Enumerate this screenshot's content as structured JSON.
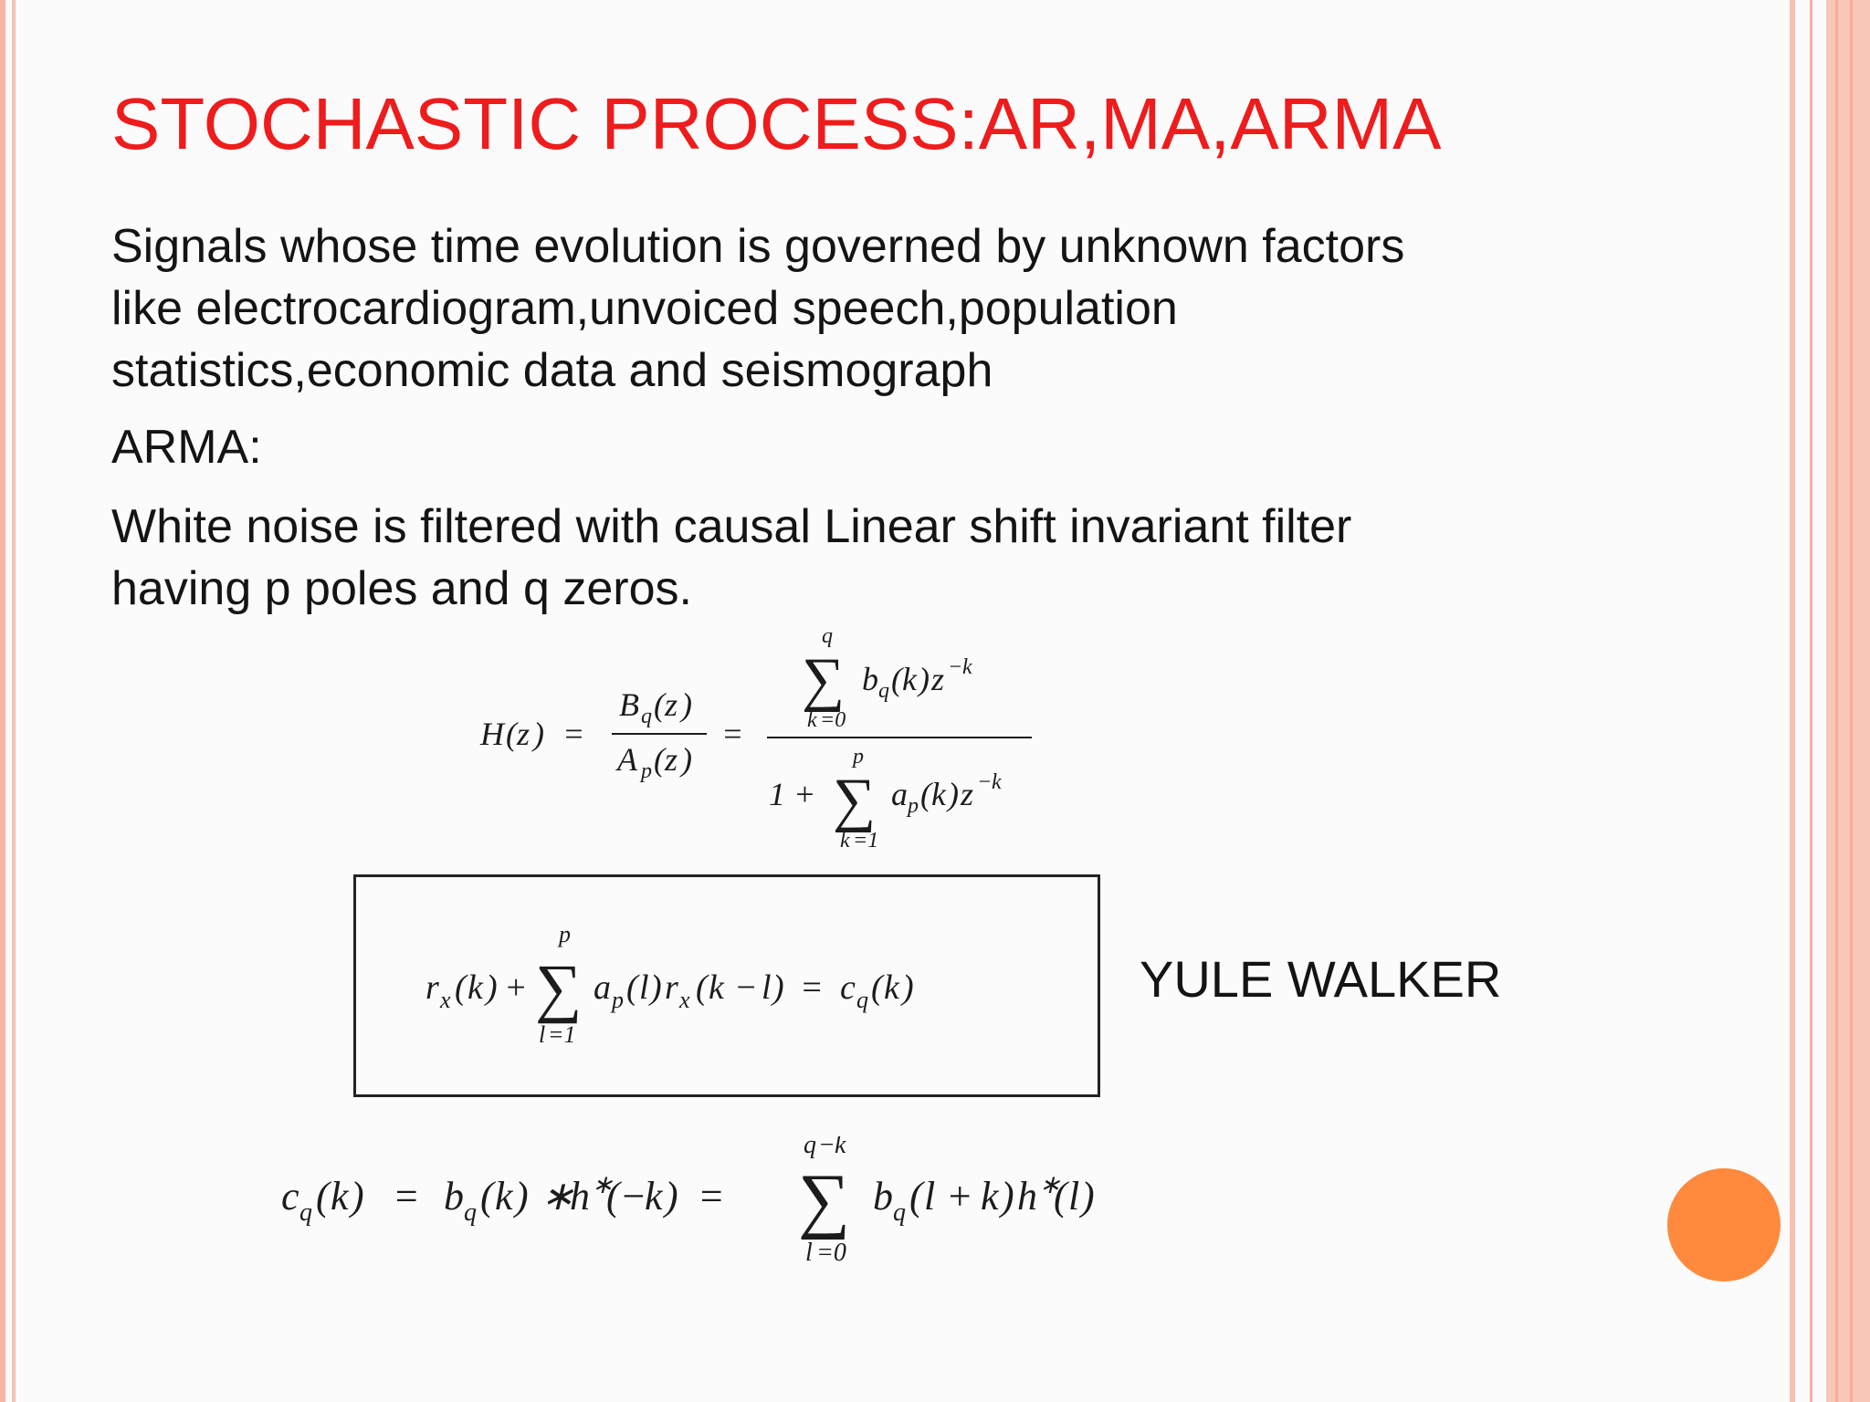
{
  "slide": {
    "title": "STOCHASTIC PROCESS:AR,MA,ARMA",
    "paragraph_lines": [
      "Signals whose time evolution is governed by unknown factors",
      "like electrocardiogram,unvoiced speech,population",
      "statistics,economic data and seismograph"
    ],
    "arma_label": "ARMA:",
    "filter_lines": [
      "White noise is filtered with causal Linear shift invariant filter",
      "having p poles and q zeros."
    ],
    "yule_walker_label": "YULE WALKER",
    "accent_color": "#ee1c1c",
    "dot_color": "#ff8a3d"
  }
}
